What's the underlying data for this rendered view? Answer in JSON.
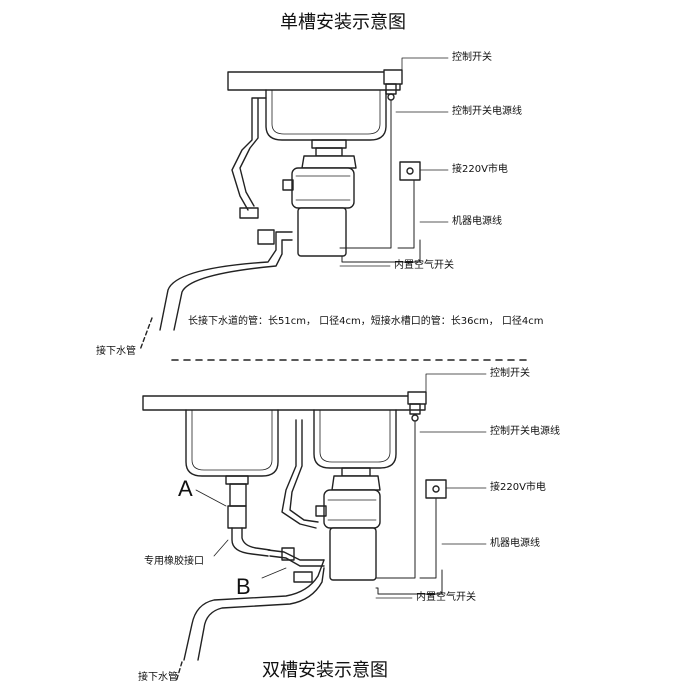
{
  "single": {
    "title": "单槽安装示意图",
    "labels": {
      "control_switch": "控制开关",
      "switch_cord": "控制开关电源线",
      "mains": "接220V市电",
      "machine_cord": "机器电源线",
      "air_switch": "内置空气开关",
      "drain": "接下水管"
    },
    "note": "长接下水道的管：长51cm， 口径4cm，短接水槽口的管：长36cm， 口径4cm"
  },
  "double": {
    "title": "双槽安装示意图",
    "labels": {
      "control_switch": "控制开关",
      "switch_cord": "控制开关电源线",
      "mains": "接220V市电",
      "machine_cord": "机器电源线",
      "air_switch": "内置空气开关",
      "rubber_joint": "专用橡胶接口",
      "drain": "接下水管"
    },
    "markers": {
      "a": "A",
      "b": "B"
    }
  }
}
